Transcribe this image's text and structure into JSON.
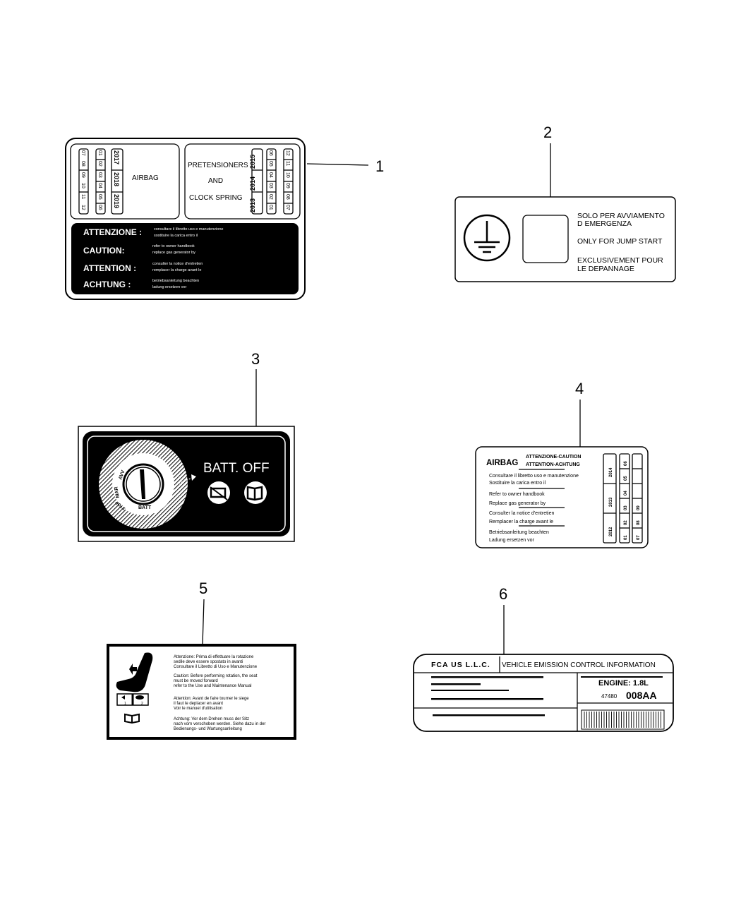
{
  "callouts": [
    "1",
    "2",
    "3",
    "4",
    "5",
    "6"
  ],
  "label1": {
    "airbag": "AIRBAG",
    "pretensioners": "PRETENSIONERS",
    "and": "AND",
    "clock_spring": "CLOCK SPRING",
    "airbag_years": [
      "2017",
      "2018",
      "2019"
    ],
    "pretensioner_years": [
      "2013",
      "2014",
      "2015"
    ],
    "months": [
      "01",
      "02",
      "03",
      "04",
      "05",
      "06",
      "07",
      "08",
      "09",
      "10",
      "11",
      "12"
    ],
    "warnings": [
      {
        "title": "ATTENZIONE :",
        "line1": "consultare il libretto uso e manutenzione",
        "line2": "sostituire la carica entro il"
      },
      {
        "title": "CAUTION:",
        "line1": "refer to owner handbook",
        "line2": "replace gas generator by"
      },
      {
        "title": "ATTENTION :",
        "line1": "consulter la notice d'entretien",
        "line2": "remplacer la charge avant le"
      },
      {
        "title": "ACHTUNG :",
        "line1": "betriebsanleitung beachten",
        "line2": "ladung ersetzen vor"
      }
    ]
  },
  "label2": {
    "icon": "ground-icon",
    "lines": [
      "SOLO PER AVVIAMENTO",
      "D EMERGENZA",
      "ONLY FOR JUMP START",
      "EXCLUSIVEMENT POUR",
      "LE DEPANNAGE"
    ]
  },
  "label3": {
    "text": "BATT. OFF",
    "dial_labels": [
      "AVV",
      "MAR",
      "STOP",
      "BATT"
    ],
    "icons": [
      "battery-off-icon",
      "manual-book-icon"
    ]
  },
  "label4": {
    "airbag": "AIRBAG",
    "header1": "ATTENZIONE-CAUTION",
    "header2": "ATTENTION-ACHTUNG",
    "lines": [
      "Consultare il libretto uso e manutenzione",
      "Sostituire la carica entro il",
      "Refer to owner handbook",
      "Replace gas generator by",
      "Consulter la notice d'entretien",
      "Remplacer la charge avant le",
      "Betriebsanleitung beachten",
      "Ladung ersetzen vor"
    ],
    "years": [
      "2014",
      "2013",
      "2012"
    ],
    "months_a": [
      "06",
      "05",
      "04",
      "03",
      "02",
      "01"
    ],
    "months_b": [
      "09",
      "08",
      "07"
    ]
  },
  "label5": {
    "paragraphs": [
      [
        "Attenzione: Prima di effettuare la rotazione",
        "sedile deve essere spostato in avanti",
        "Consultare il Libretto di Uso e Manutenzione"
      ],
      [
        "Caution: Before performing rotation, the seat",
        "must be moved forward",
        "refer to the Use and Maintenance Manual"
      ],
      [
        "Attention: Avant de faire tourner le siege",
        "il faut le deplacer en avant",
        "Voir le manuel d'utilisation"
      ],
      [
        "Achtung: Vor dem Drehen muss der Sitz",
        "nach vorn verschoben werden. Siehe dazu in der",
        "Bedienungs- und Wartungsanleitung"
      ]
    ],
    "step_labels": [
      "1",
      "2"
    ]
  },
  "label6": {
    "company": "FCA US L.L.C.",
    "title": "VEHICLE EMISSION CONTROL INFORMATION",
    "engine": "ENGINE: 1.8L",
    "code_prefix": "47480",
    "code": "008AA"
  }
}
